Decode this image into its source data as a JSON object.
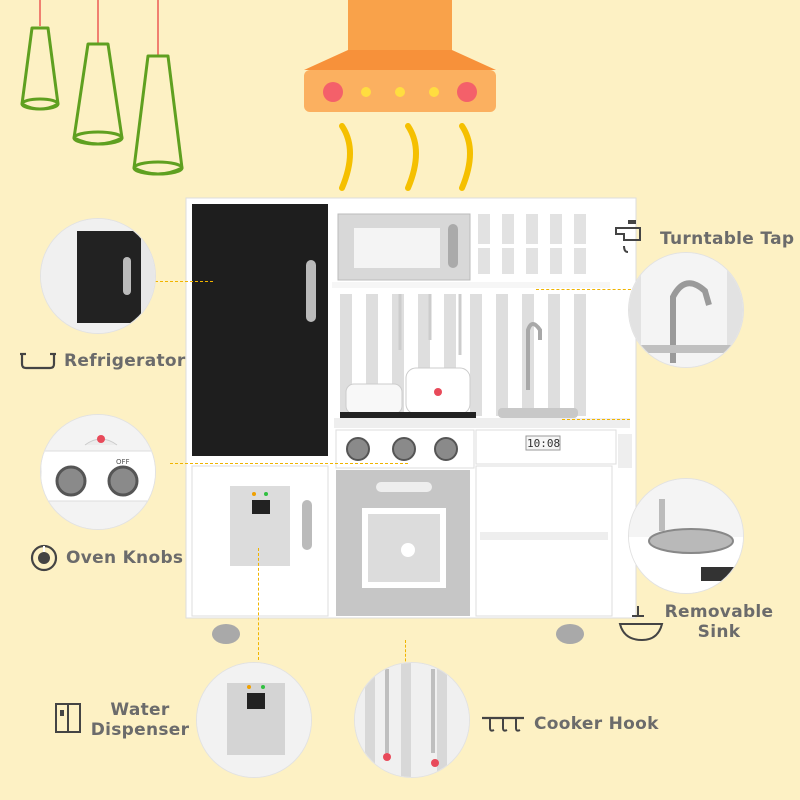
{
  "labels": {
    "refrigerator": "Refrigerator",
    "oven_knobs": "Oven Knobs",
    "water_dispenser_line1": "Water",
    "water_dispenser_line2": "Dispenser",
    "turntable_tap": "Turntable Tap",
    "removable_sink_line1": "Removable",
    "removable_sink_line2": "Sink",
    "cooker_hook": "Cooker Hook"
  },
  "clock_display": "10:08",
  "knob_label": "OFF",
  "icons": {
    "refrigerator": "tray-icon",
    "oven_knobs": "knob-icon",
    "water_dispenser": "dispenser-icon",
    "turntable_tap": "faucet-icon",
    "removable_sink": "basin-icon",
    "cooker_hook": "hook-rail-icon"
  },
  "colors": {
    "background": "#fdf1c4",
    "accent": "#f0b400",
    "hood": "#f9a24a",
    "lamp": "#5fa020",
    "label_text": "#6b6b6b"
  }
}
